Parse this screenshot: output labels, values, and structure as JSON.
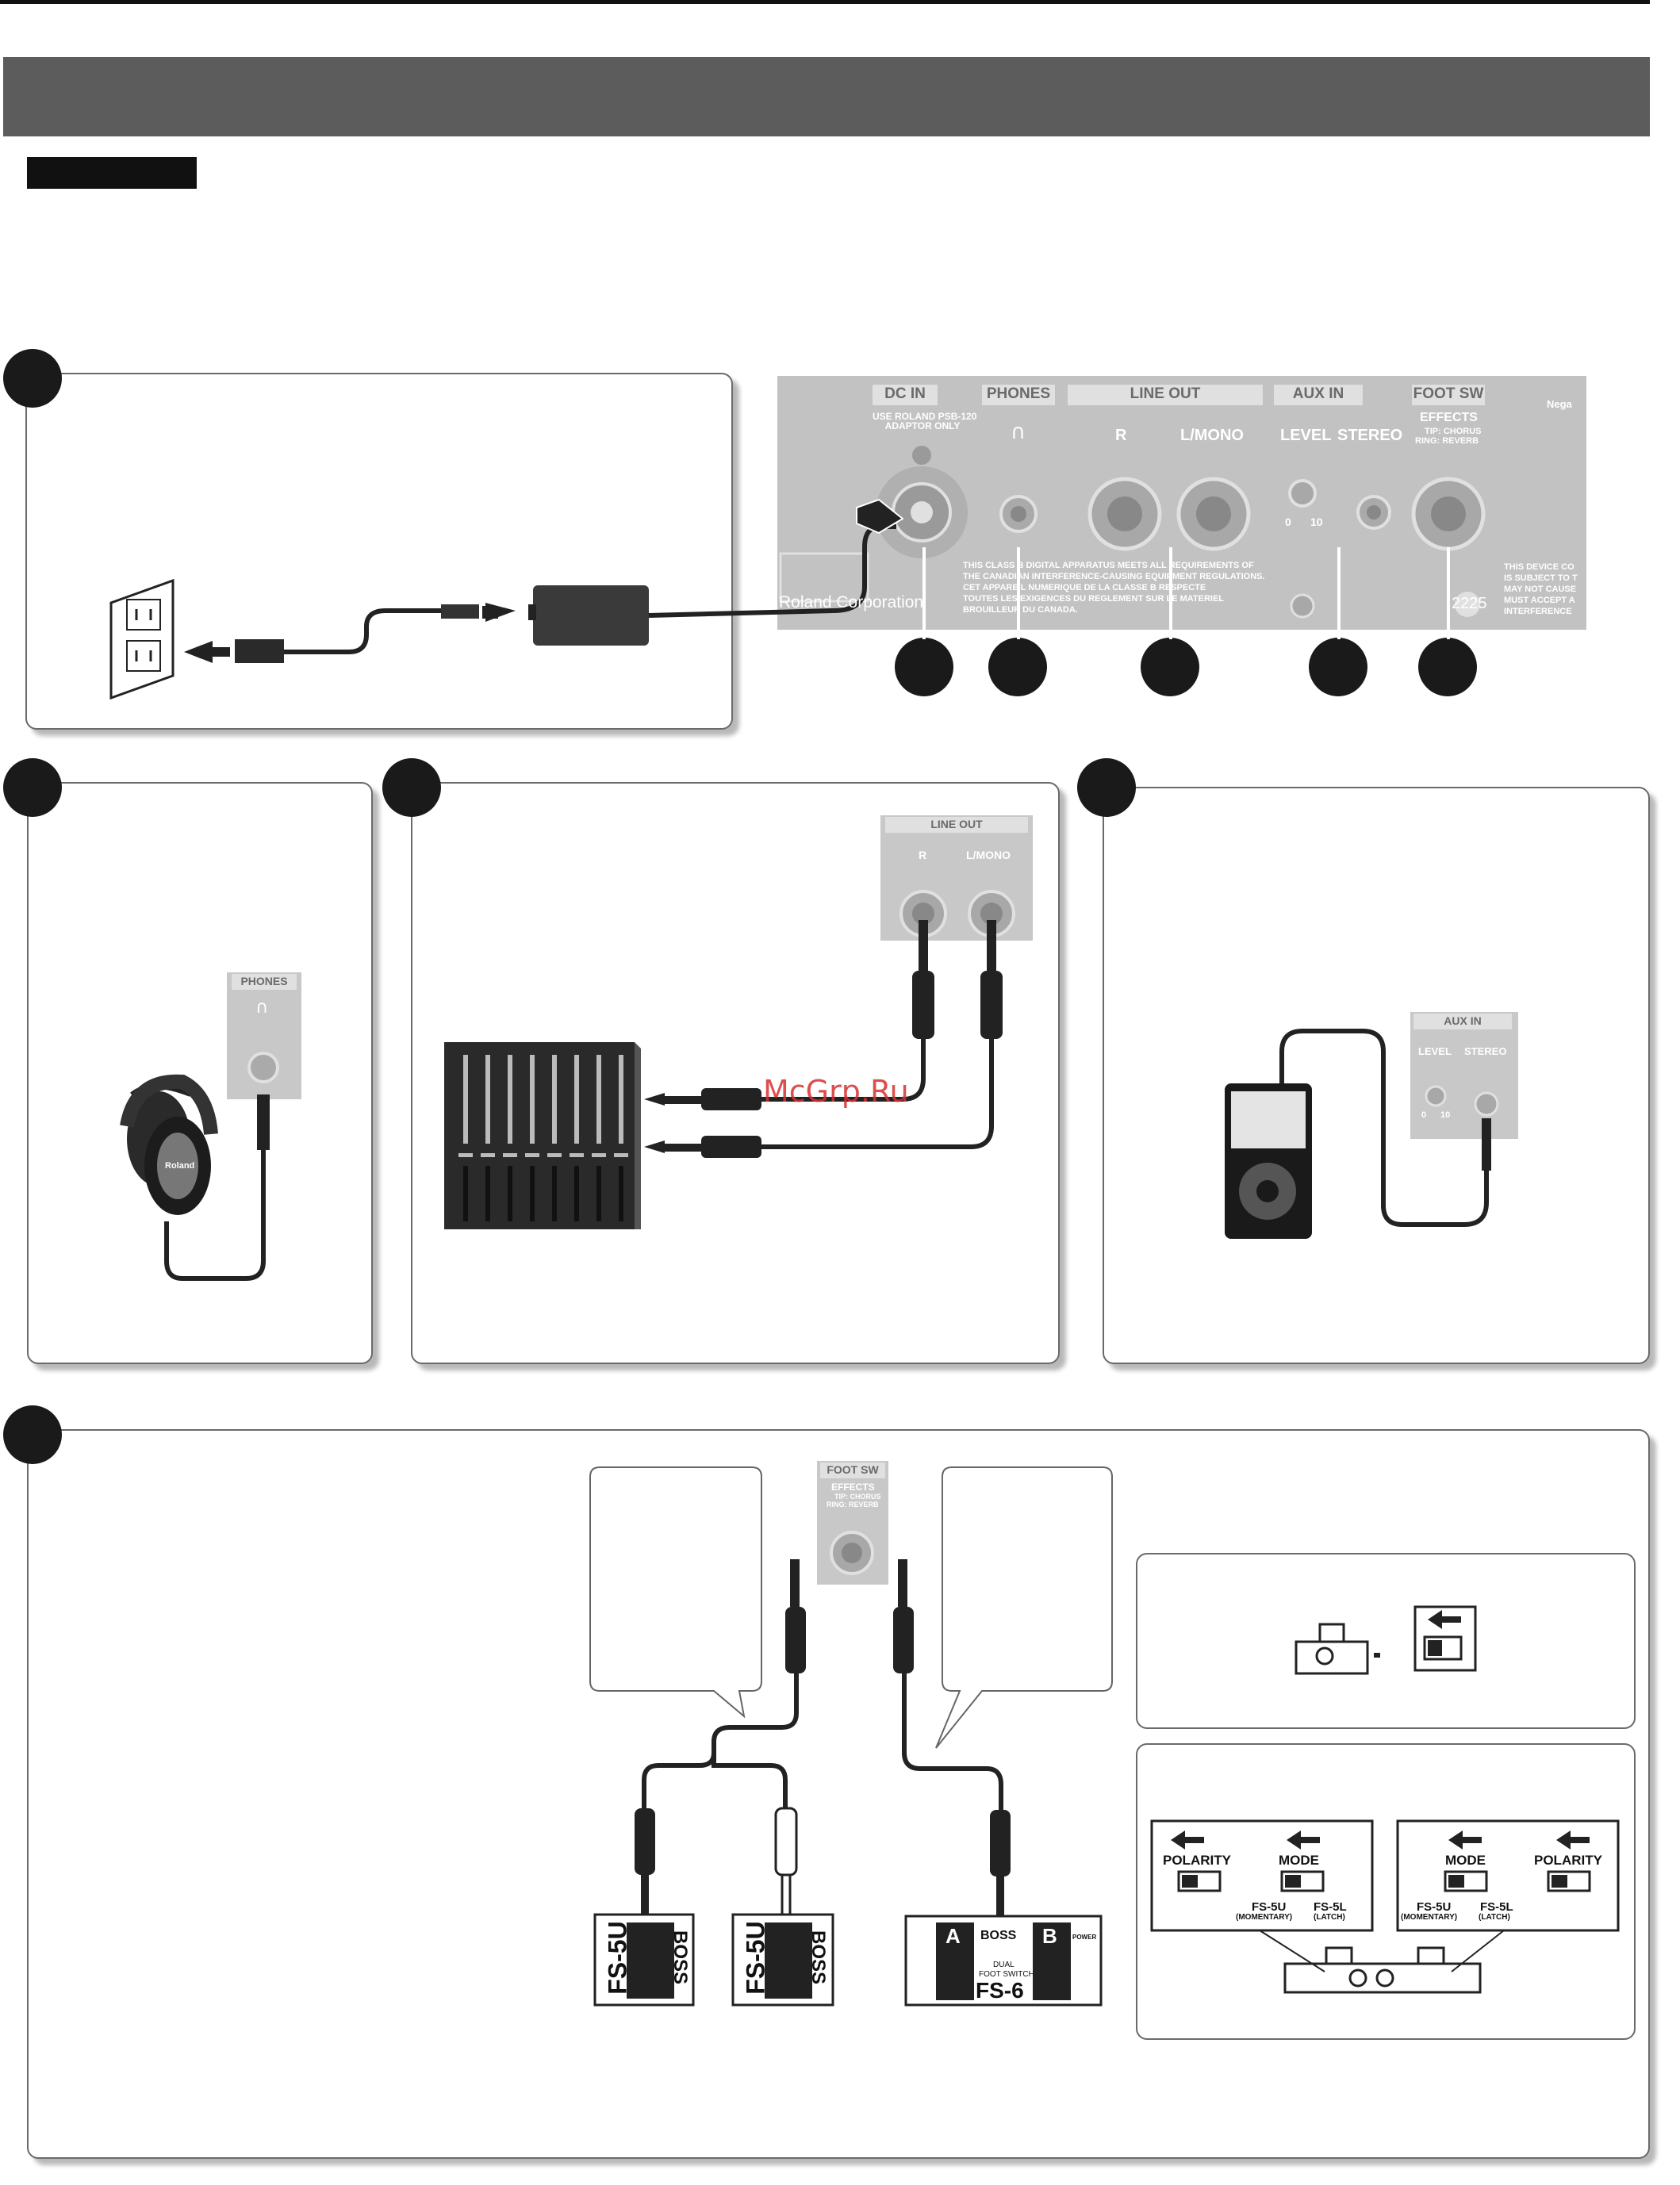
{
  "rear_panel": {
    "dc_in": "DC IN",
    "phones": "PHONES",
    "line_out": "LINE OUT",
    "aux_in": "AUX IN",
    "foot_sw": "FOOT SW",
    "adaptor_note_1": "USE ROLAND PSB-120",
    "adaptor_note_2": "ADAPTOR ONLY",
    "r": "R",
    "l_mono": "L/MONO",
    "level": "LEVEL",
    "stereo": "STEREO",
    "effects": "EFFECTS",
    "tip": "TIP: CHORUS",
    "ring": "RING: REVERB",
    "knob_min": "0",
    "knob_max": "10",
    "neg": "Nega",
    "brand": "Roland Corporation",
    "compliance_lines": [
      "THIS CLASS B DIGITAL APPARATUS MEETS ALL REQUIREMENTS OF",
      "THE CANADIAN INTERFERENCE-CAUSING EQUIPMENT REGULATIONS.",
      "CET APPAREIL NUMERIQUE DE LA CLASSE B RESPECTE",
      "TOUTES LES EXIGENCES DU REGLEMENT SUR LE MATERIEL",
      "BROUILLEUR DU CANADA."
    ],
    "fcc_lines": [
      "THIS DEVICE CO",
      "IS SUBJECT TO T",
      "MAY NOT CAUSE",
      "MUST ACCEPT A",
      "INTERFERENCE"
    ],
    "code": "2225"
  },
  "phones_panel": {
    "tag": "PHONES"
  },
  "lineout_panel": {
    "tag": "LINE OUT",
    "r": "R",
    "l_mono": "L/MONO"
  },
  "aux_panel": {
    "tag": "AUX IN",
    "level": "LEVEL",
    "stereo": "STEREO",
    "min": "0",
    "max": "10"
  },
  "footsw_panel": {
    "tag": "FOOT SW",
    "effects": "EFFECTS",
    "tip": "TIP: CHORUS",
    "ring": "RING: REVERB"
  },
  "pedals": {
    "fs5u_a": "FS-5U",
    "fs5u_b": "FS-5U",
    "boss": "BOSS",
    "fs6": "FS-6",
    "fs6_sub_1": "DUAL",
    "fs6_sub_2": "FOOT SWITCH",
    "a": "A",
    "b": "B",
    "power": "POWER"
  },
  "switch_settings": {
    "polarity": "POLARITY",
    "mode": "MODE",
    "fs5u": "FS-5U",
    "fs5l": "FS-5L",
    "momentary": "(MOMENTARY)",
    "latch": "(LATCH)"
  },
  "device_labels": {
    "headphones_brand": "Roland"
  },
  "watermark": "McGrp.Ru"
}
